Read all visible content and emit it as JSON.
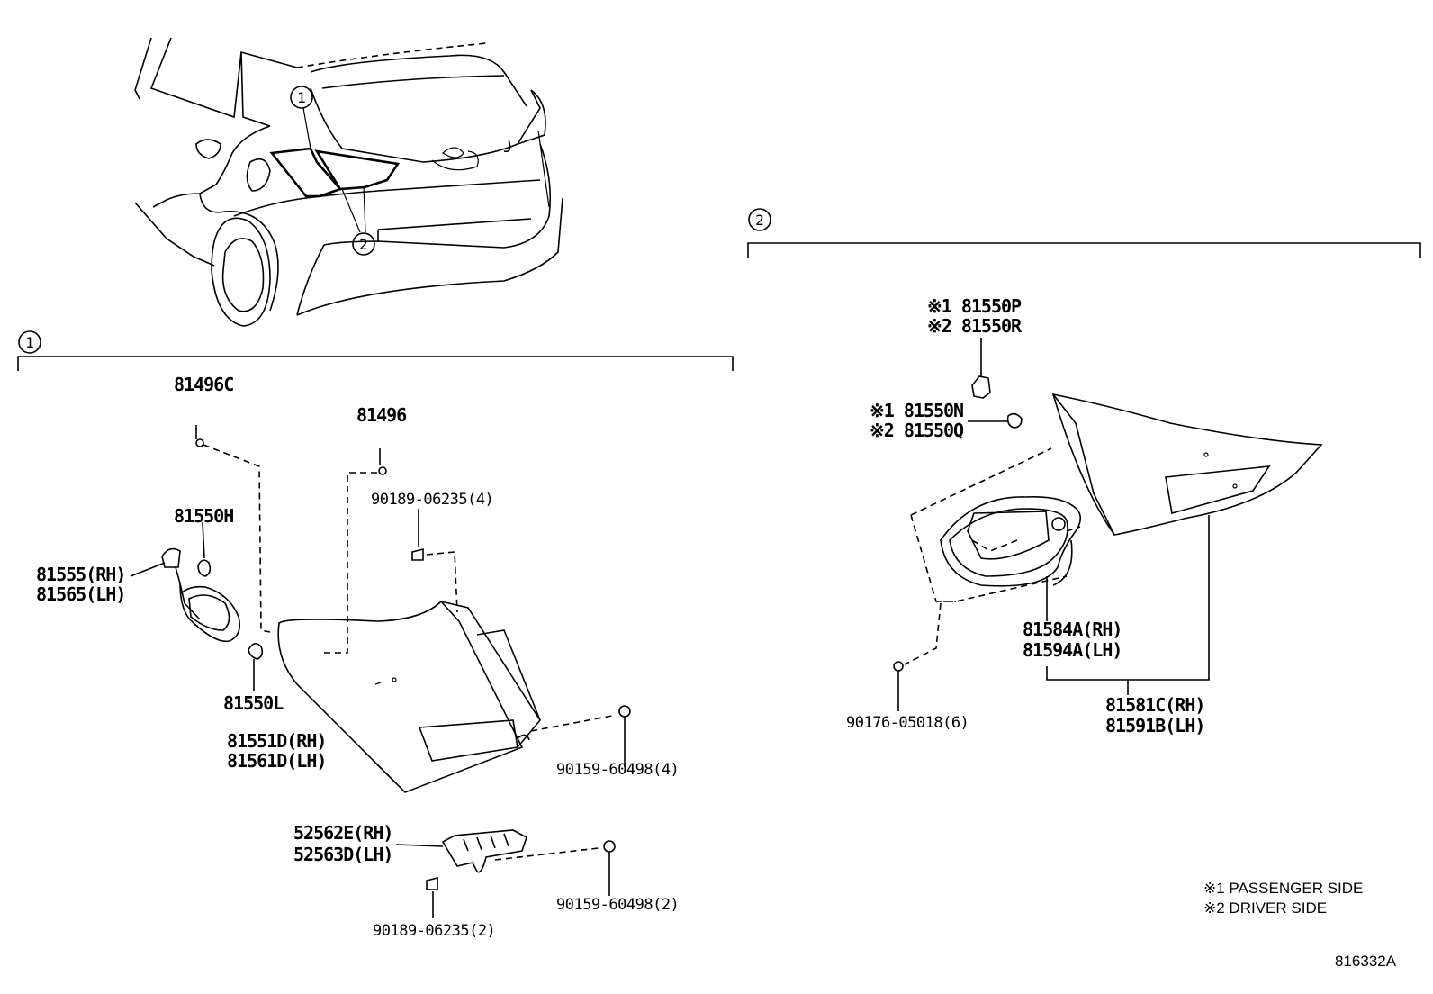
{
  "callouts": {
    "one": "1",
    "two": "2"
  },
  "section1": {
    "parts": {
      "p81496c": "81496C",
      "p81496": "81496",
      "p90189_4": "90189-06235(4)",
      "p81550h": "81550H",
      "p81555": "81555(RH)",
      "p81565": "81565(LH)",
      "p81550l": "81550L",
      "p81551d": "81551D(RH)",
      "p81561d": "81561D(LH)",
      "p90159_4": "90159-60498(4)",
      "p52562e": "52562E(RH)",
      "p52563d": "52563D(LH)",
      "p90159_2": "90159-60498(2)",
      "p90189_2": "90189-06235(2)"
    }
  },
  "section2": {
    "parts": {
      "p81550p": "※1 81550P",
      "p81550r": "※2 81550R",
      "p81550n": "※1 81550N",
      "p81550q": "※2 81550Q",
      "p90176": "90176-05018(6)",
      "p81584a": "81584A(RH)",
      "p81594a": "81594A(LH)",
      "p81581c": "81581C(RH)",
      "p81591b": "81591B(LH)"
    }
  },
  "legend": {
    "note1": "※1 PASSENGER SIDE",
    "note2": "※2 DRIVER SIDE"
  },
  "diagram_code": "816332A"
}
